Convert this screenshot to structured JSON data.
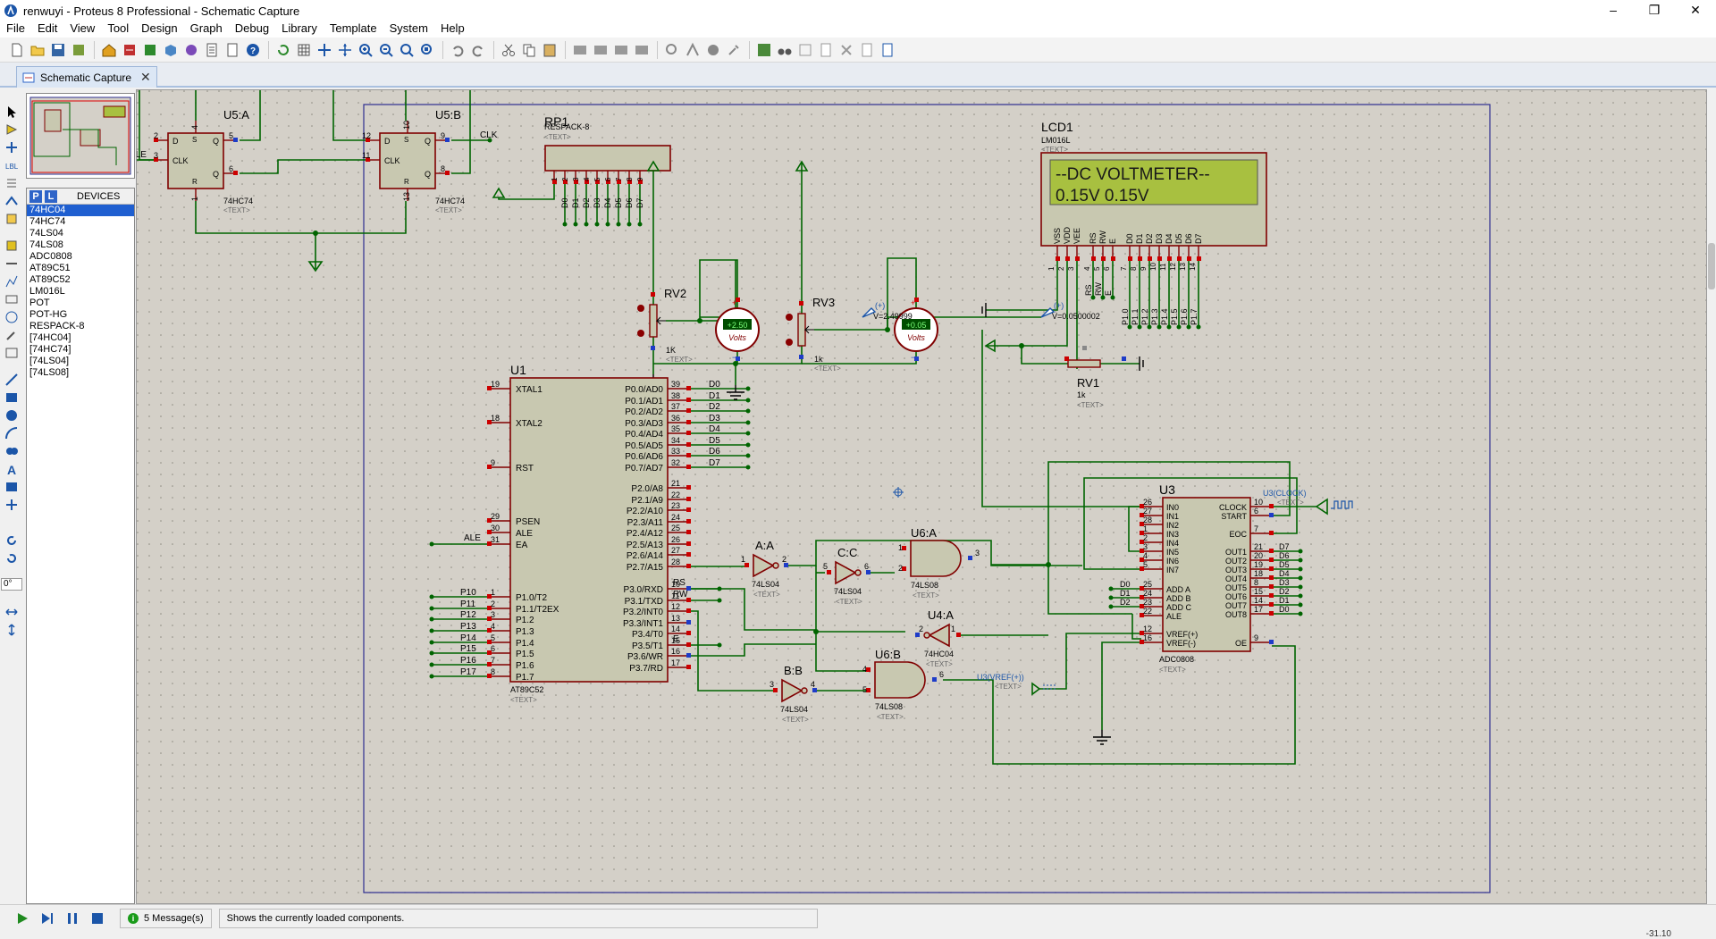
{
  "window": {
    "title": "renwuyi - Proteus 8 Professional - Schematic Capture",
    "controls": [
      "–",
      "❐",
      "✕"
    ]
  },
  "menu": [
    "File",
    "Edit",
    "View",
    "Tool",
    "Design",
    "Graph",
    "Debug",
    "Library",
    "Template",
    "System",
    "Help"
  ],
  "tab": {
    "label": "Schematic Capture",
    "close": "✕"
  },
  "device_panel": {
    "p_label": "P",
    "l_label": "L",
    "title": "DEVICES",
    "items": [
      "74HC04",
      "74HC74",
      "74LS04",
      "74LS08",
      "ADC0808",
      "AT89C51",
      "AT89C52",
      "LM016L",
      "POT",
      "POT-HG",
      "RESPACK-8",
      "[74HC04]",
      "[74HC74]",
      "[74LS04]",
      "[74LS08]"
    ],
    "selected_index": 0
  },
  "rotation": "0°",
  "schematic": {
    "u5a": {
      "ref": "U5:A",
      "part": "74HC74",
      "text": "<TEXT>",
      "pins": [
        "D",
        "CLK",
        "Q",
        "Q",
        "S",
        "R"
      ],
      "nums": [
        "2",
        "3",
        "5",
        "6",
        "4",
        "1"
      ]
    },
    "u5b": {
      "ref": "U5:B",
      "part": "74HC74",
      "text": "<TEXT>",
      "pins": [
        "D",
        "CLK",
        "Q",
        "Q",
        "S",
        "R"
      ],
      "nums": [
        "12",
        "11",
        "9",
        "8",
        "10",
        "13"
      ]
    },
    "net_labels": {
      "ale": "ALE",
      "clk": "CLK",
      "e": "E",
      "rs": "RS",
      "rw": "RW"
    },
    "rp1": {
      "ref": "RP1",
      "part": "RESPACK-8",
      "text": "<TEXT>",
      "pins": [
        "1",
        "2",
        "3",
        "4",
        "5",
        "6",
        "7",
        "8",
        "9"
      ],
      "nets": [
        "D0",
        "D1",
        "D2",
        "D3",
        "D4",
        "D5",
        "D6",
        "D7"
      ]
    },
    "lcd1": {
      "ref": "LCD1",
      "part": "LM016L",
      "text": "<TEXT>",
      "line1": "--DC VOLTMETER--",
      "line2": "0.15V  0.15V",
      "pins": [
        "VSS",
        "VDD",
        "VEE",
        "RS",
        "RW",
        "E",
        "D0",
        "D1",
        "D2",
        "D3",
        "D4",
        "D5",
        "D6",
        "D7"
      ],
      "nums": [
        "1",
        "2",
        "3",
        "4",
        "5",
        "6",
        "7",
        "8",
        "9",
        "10",
        "11",
        "12",
        "13",
        "14"
      ],
      "nets": [
        "RS",
        "RW",
        "E",
        "P1.0",
        "P1.1",
        "P1.2",
        "P1.3",
        "P1.4",
        "P1.5",
        "P1.6",
        "P1.7"
      ]
    },
    "rv1": {
      "ref": "RV1",
      "value": "1k",
      "text": "<TEXT>"
    },
    "rv2": {
      "ref": "RV2",
      "value": "1K",
      "text": "<TEXT>"
    },
    "rv3": {
      "ref": "RV3",
      "value": "1k",
      "text": "<TEXT>"
    },
    "probe1": "V=2.49999",
    "probe2": "V=0.0500002",
    "probe_plus": "(+)",
    "volt1": {
      "reading": "+2.50",
      "unit": "Volts"
    },
    "volt2": {
      "reading": "+0.05",
      "unit": "Volts"
    },
    "u1": {
      "ref": "U1",
      "part": "AT89C52",
      "text": "<TEXT>",
      "left_pins": [
        {
          "num": "19",
          "name": "XTAL1"
        },
        {
          "num": "18",
          "name": "XTAL2"
        },
        {
          "num": "9",
          "name": "RST"
        },
        {
          "num": "29",
          "name": "PSEN"
        },
        {
          "num": "30",
          "name": "ALE"
        },
        {
          "num": "31",
          "name": "EA"
        },
        {
          "num": "1",
          "name": "P1.0/T2"
        },
        {
          "num": "2",
          "name": "P1.1/T2EX"
        },
        {
          "num": "3",
          "name": "P1.2"
        },
        {
          "num": "4",
          "name": "P1.3"
        },
        {
          "num": "5",
          "name": "P1.4"
        },
        {
          "num": "6",
          "name": "P1.5"
        },
        {
          "num": "7",
          "name": "P1.6"
        },
        {
          "num": "8",
          "name": "P1.7"
        }
      ],
      "right_pins": [
        {
          "num": "39",
          "name": "P0.0/AD0"
        },
        {
          "num": "38",
          "name": "P0.1/AD1"
        },
        {
          "num": "37",
          "name": "P0.2/AD2"
        },
        {
          "num": "36",
          "name": "P0.3/AD3"
        },
        {
          "num": "35",
          "name": "P0.4/AD4"
        },
        {
          "num": "34",
          "name": "P0.5/AD5"
        },
        {
          "num": "33",
          "name": "P0.6/AD6"
        },
        {
          "num": "32",
          "name": "P0.7/AD7"
        },
        {
          "num": "21",
          "name": "P2.0/A8"
        },
        {
          "num": "22",
          "name": "P2.1/A9"
        },
        {
          "num": "23",
          "name": "P2.2/A10"
        },
        {
          "num": "24",
          "name": "P2.3/A11"
        },
        {
          "num": "25",
          "name": "P2.4/A12"
        },
        {
          "num": "26",
          "name": "P2.5/A13"
        },
        {
          "num": "27",
          "name": "P2.6/A14"
        },
        {
          "num": "28",
          "name": "P2.7/A15"
        },
        {
          "num": "10",
          "name": "P3.0/RXD"
        },
        {
          "num": "11",
          "name": "P3.1/TXD"
        },
        {
          "num": "12",
          "name": "P3.2/INT0"
        },
        {
          "num": "13",
          "name": "P3.3/INT1"
        },
        {
          "num": "14",
          "name": "P3.4/T0"
        },
        {
          "num": "15",
          "name": "P3.5/T1"
        },
        {
          "num": "16",
          "name": "P3.6/WR"
        },
        {
          "num": "17",
          "name": "P3.7/RD"
        }
      ],
      "p0_nets": [
        "D0",
        "D1",
        "D2",
        "D3",
        "D4",
        "D5",
        "D6",
        "D7"
      ],
      "p1_nets": [
        "P10",
        "P11",
        "P12",
        "P13",
        "P14",
        "P15",
        "P16",
        "P17"
      ]
    },
    "inv_a": {
      "ref": "A:A",
      "part": "74LS04",
      "text": "<TEXT>",
      "in": "1",
      "out": "2"
    },
    "inv_c": {
      "ref": "C:C",
      "part": "74LS04",
      "text": "<TEXT>",
      "in": "5",
      "out": "6"
    },
    "inv_b": {
      "ref": "B:B",
      "part": "74LS04",
      "text": "<TEXT>",
      "in": "3",
      "out": "4"
    },
    "u4a": {
      "ref": "U4:A",
      "part": "74HC04",
      "text": "<TEXT>",
      "in": "1",
      "out": "2"
    },
    "u6a": {
      "ref": "U6:A",
      "part": "74LS08",
      "text": "<TEXT>",
      "in": [
        "1",
        "2"
      ],
      "out": "3"
    },
    "u6b": {
      "ref": "U6:B",
      "part": "74LS08",
      "text": "<TEXT>",
      "in": [
        "4",
        "5"
      ],
      "out": "6"
    },
    "u3": {
      "ref": "U3",
      "part": "ADC0808",
      "text": "<TEXT>",
      "left_pins": [
        {
          "num": "26",
          "name": "IN0"
        },
        {
          "num": "27",
          "name": "IN1"
        },
        {
          "num": "28",
          "name": "IN2"
        },
        {
          "num": "1",
          "name": "IN3"
        },
        {
          "num": "2",
          "name": "IN4"
        },
        {
          "num": "3",
          "name": "IN5"
        },
        {
          "num": "4",
          "name": "IN6"
        },
        {
          "num": "5",
          "name": "IN7"
        },
        {
          "num": "25",
          "name": "ADD A"
        },
        {
          "num": "24",
          "name": "ADD B"
        },
        {
          "num": "23",
          "name": "ADD C"
        },
        {
          "num": "22",
          "name": "ALE"
        },
        {
          "num": "12",
          "name": "VREF(+)"
        },
        {
          "num": "16",
          "name": "VREF(-)"
        }
      ],
      "right_pins": [
        {
          "num": "10",
          "name": "CLOCK"
        },
        {
          "num": "6",
          "name": "START"
        },
        {
          "num": "7",
          "name": "EOC"
        },
        {
          "num": "21",
          "name": "OUT1"
        },
        {
          "num": "20",
          "name": "OUT2"
        },
        {
          "num": "19",
          "name": "OUT3"
        },
        {
          "num": "18",
          "name": "OUT4"
        },
        {
          "num": "8",
          "name": "OUT5"
        },
        {
          "num": "15",
          "name": "OUT6"
        },
        {
          "num": "14",
          "name": "OUT7"
        },
        {
          "num": "17",
          "name": "OUT8"
        },
        {
          "num": "9",
          "name": "OE"
        }
      ],
      "addr_nets": [
        "D0",
        "D1",
        "D2"
      ],
      "out_nets": [
        "D7",
        "D6",
        "D5",
        "D4",
        "D3",
        "D2",
        "D1",
        "D0"
      ]
    },
    "gen_clock": {
      "label": "U3(CLOCK)",
      "text": "<TEXT>"
    },
    "gen_vref": {
      "label": "U3(VREF(+))",
      "text": "<TEXT>"
    }
  },
  "status": {
    "messages": "5 Message(s)",
    "info_icon": "i",
    "hint": "Shows the currently loaded components.",
    "coords": "-31.10"
  },
  "colors": {
    "sheet": "#d4d0c8",
    "wire": "#006400",
    "part_outline": "#800000",
    "part_fill": "#c8c8b0",
    "lcd_screen": "#a8c040",
    "pin_red": "#cc0000",
    "pin_blue": "#1e3cc8",
    "border": "#2e2e90"
  }
}
